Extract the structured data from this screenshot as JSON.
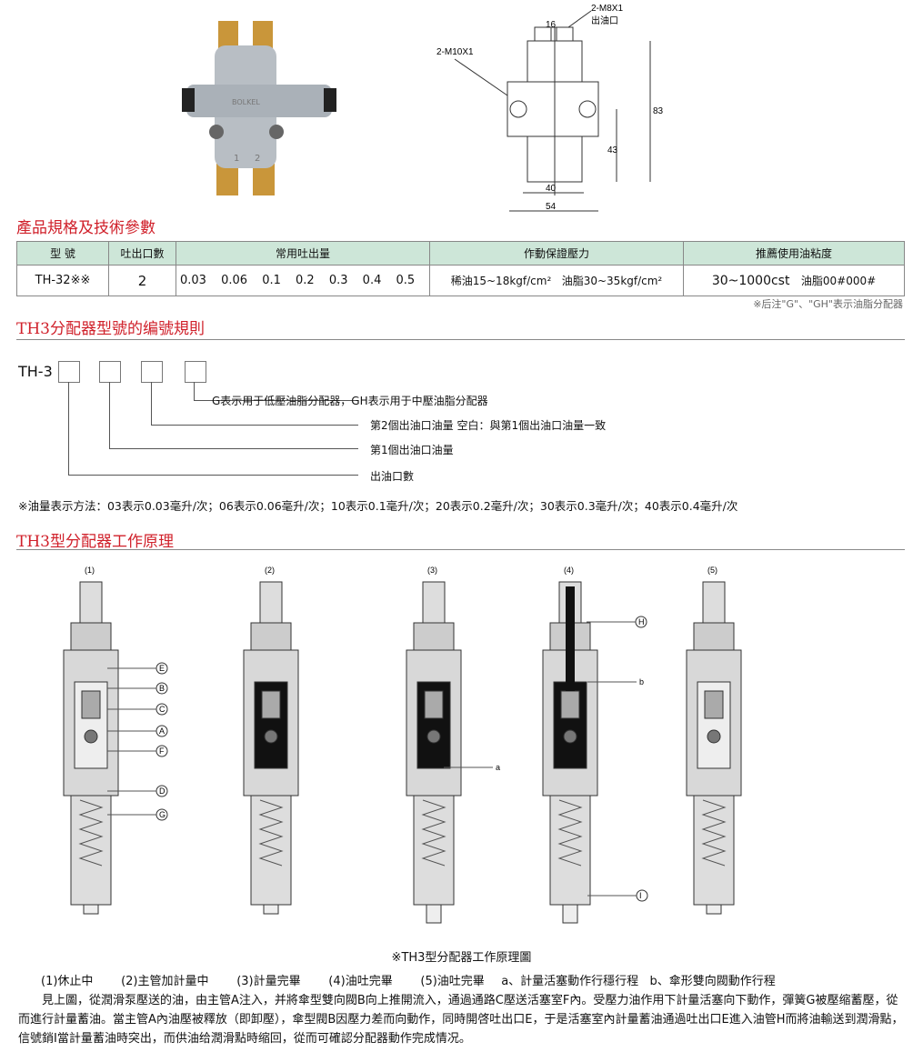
{
  "dimension": {
    "outlet_thread": "2-M8X1",
    "outlet_label": "出油口",
    "inlet_thread": "2-M10X1",
    "d16": "16",
    "d83": "83",
    "d43": "43",
    "d40": "40",
    "d54": "54"
  },
  "product": {
    "brand_mark": "BOLKEL",
    "port1": "1",
    "port2": "2"
  },
  "spec": {
    "heading": "產品規格及技術參數",
    "headers": [
      "型 號",
      "吐出口數",
      "常用吐出量",
      "作動保證壓力",
      "推薦使用油粘度"
    ],
    "row": {
      "model": "TH-32※※",
      "outlets": "2",
      "volumes": [
        "0.03",
        "0.06",
        "0.1",
        "0.2",
        "0.3",
        "0.4",
        "0.5"
      ],
      "pressure_oil": "稀油15~18kgf/cm²",
      "pressure_grease": "油脂30~35kgf/cm²",
      "viscosity_oil": "30~1000cst",
      "viscosity_grease": "油脂00#000#"
    },
    "note": "※后注\"G\"、\"GH\"表示油脂分配器"
  },
  "coding": {
    "heading": "TH3分配器型號的编號規則",
    "prefix": "TH-3",
    "items": [
      "G表示用于低壓油脂分配器，GH表示用于中壓油脂分配器",
      "第2個出油口油量  空白：與第1個出油口油量一致",
      "第1個出油口油量",
      "出油口數"
    ],
    "note": "※油量表示方法：03表示0.03毫升/次；06表示0.06毫升/次；10表示0.1毫升/次；20表示0.2毫升/次；30表示0.3毫升/次；40表示0.4毫升/次"
  },
  "principle": {
    "heading": "TH3型分配器工作原理",
    "stages": [
      "(1)",
      "(2)",
      "(3)",
      "(4)",
      "(5)"
    ],
    "callouts": [
      "E",
      "B",
      "C",
      "A",
      "F",
      "D",
      "G",
      "H",
      "b",
      "a",
      "I"
    ],
    "caption": "※TH3型分配器工作原理圖",
    "legend": [
      "(1)休止中",
      "(2)主管加計量中",
      "(3)計量完畢",
      "(4)油吐完畢",
      "(5)油吐完畢",
      "a、計量活塞動作行穩行程",
      "b、傘形雙向閥動作行程"
    ],
    "paragraph": "見上圖，從潤滑泵壓送的油，由主管A注入，并將傘型雙向閥B向上推開流入，通過通路C壓送活塞室F內。受壓力油作用下計量活塞向下動作，彈簧G被壓缩蓄壓，從而進行計量蓄油。當主管A內油壓被釋放（即卸壓），傘型閥B因壓力差而向動作，同時開啓吐出口E，于是活塞室內計量蓄油通過吐出口E進入油管H而將油輸送到潤滑點，信號銷I當計量蓄油時突出，而供油给潤滑點時缩回，從而可確認分配器動作完成情况。"
  },
  "colors": {
    "heading": "#d0202a",
    "table_header": "#cde6d8"
  }
}
